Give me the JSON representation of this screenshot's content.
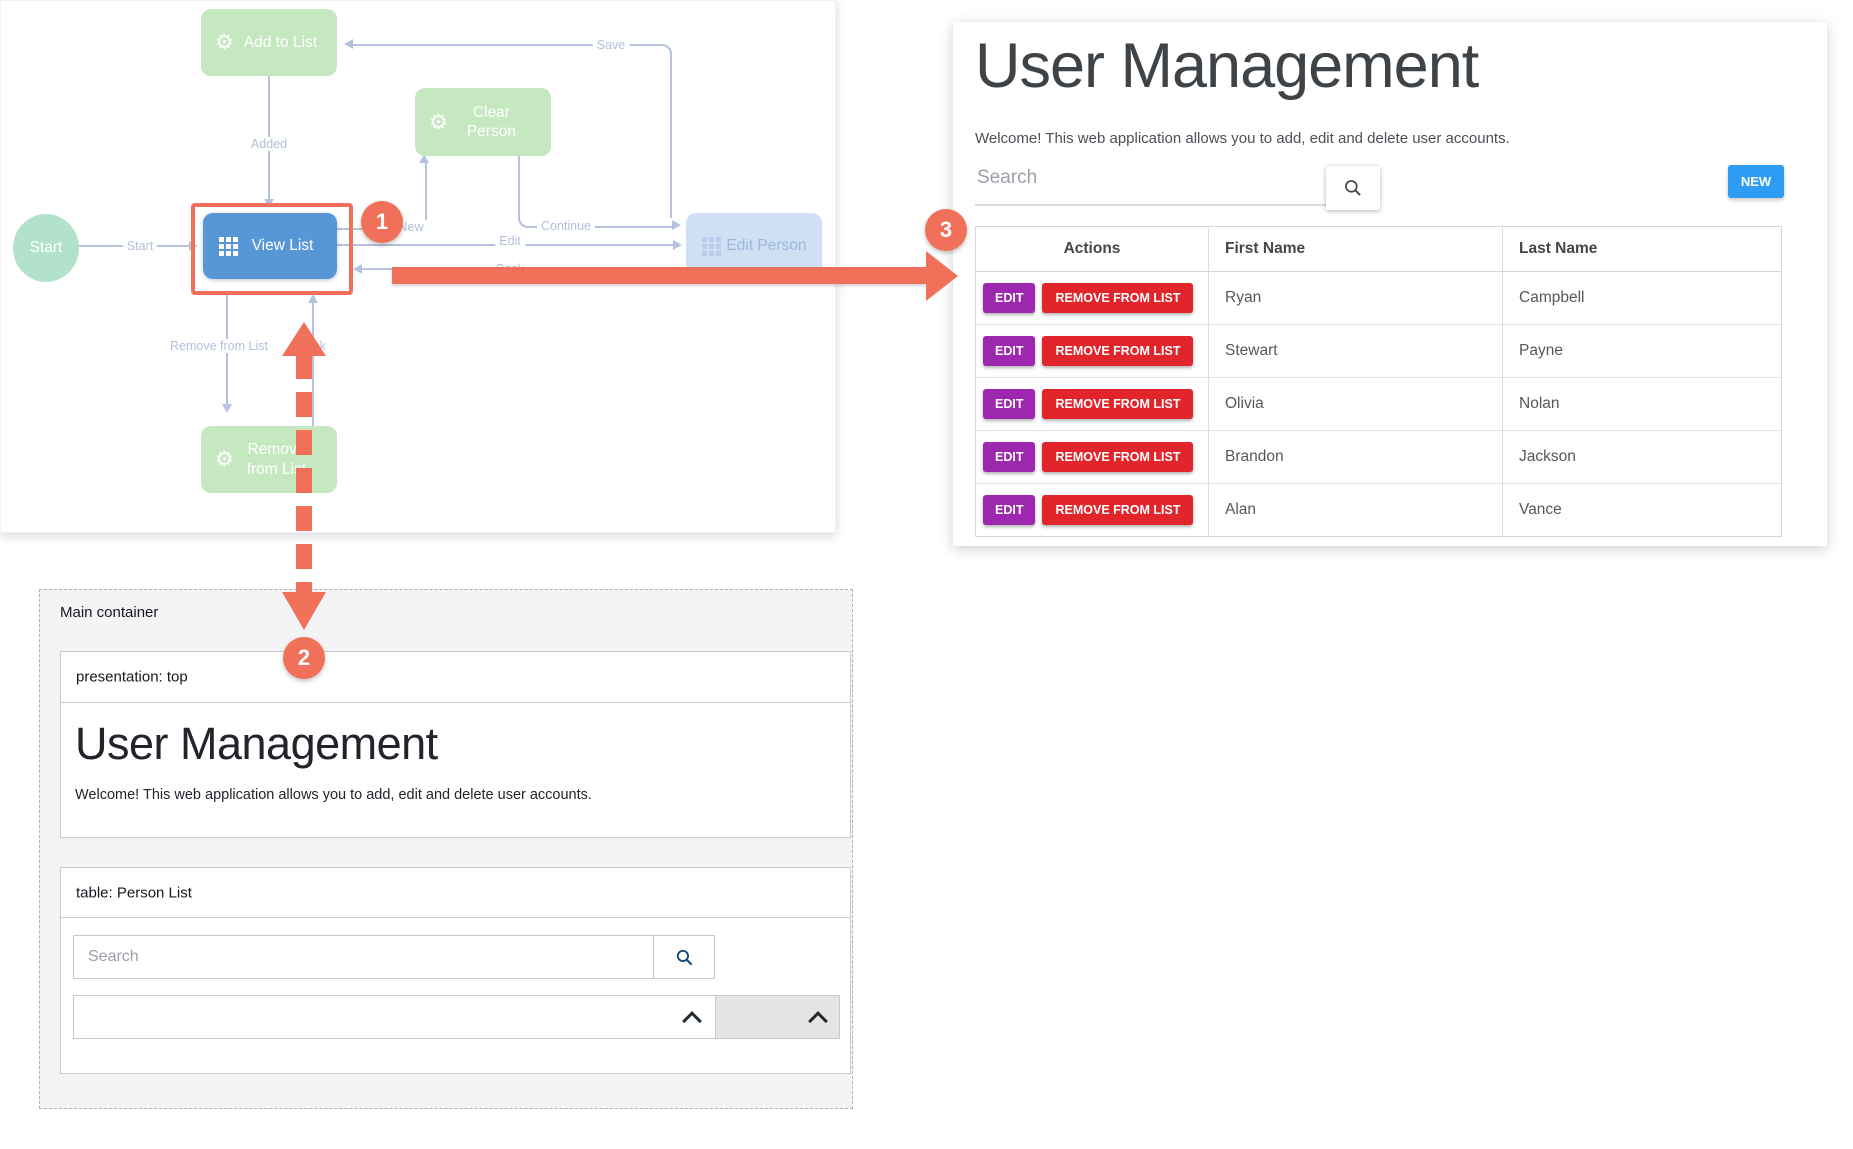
{
  "diagram": {
    "nodes": {
      "start": {
        "label": "Start"
      },
      "add_to_list": {
        "label": "Add to List"
      },
      "clear_person": {
        "label": "Clear Person"
      },
      "view_list": {
        "label": "View List"
      },
      "edit_person": {
        "label": "Edit Person"
      },
      "remove_from_list": {
        "label": "Remove from List"
      }
    },
    "edge_labels": {
      "save": "Save",
      "added": "Added",
      "start": "Start",
      "new": "New",
      "continue": "Continue",
      "edit": "Edit",
      "back_upper": "Back",
      "remove_from_list": "Remove from List",
      "back_lower": "Back"
    },
    "colors": {
      "action_node_green": "#c5e8c0",
      "start_node_teal": "#b2e1cc",
      "selected_node_blue": "#5897d6",
      "faded_node_blue": "#cfe0f5",
      "edge": "#b7c3de",
      "annotation_accent": "#f1705a"
    }
  },
  "callouts": {
    "one": "1",
    "two": "2",
    "three": "3"
  },
  "preview": {
    "title": "User Management",
    "subtitle": "Welcome! This web application allows you to add, edit and delete user accounts.",
    "search_placeholder": "Search",
    "new_button": "NEW",
    "table": {
      "headers": [
        "Actions",
        "First Name",
        "Last Name"
      ],
      "edit_button": "EDIT",
      "remove_button": "REMOVE FROM LIST",
      "rows": [
        {
          "first_name": "Ryan",
          "last_name": "Campbell"
        },
        {
          "first_name": "Stewart",
          "last_name": "Payne"
        },
        {
          "first_name": "Olivia",
          "last_name": "Nolan"
        },
        {
          "first_name": "Brandon",
          "last_name": "Jackson"
        },
        {
          "first_name": "Alan",
          "last_name": "Vance"
        }
      ]
    },
    "colors": {
      "new_button": "#2f9cf4",
      "edit_button": "#9d27af",
      "remove_button": "#e2242b"
    }
  },
  "wireframe": {
    "container_label": "Main container",
    "presentation_label": "presentation: top",
    "title": "User Management",
    "subtitle": "Welcome! This web application allows you to add, edit and delete user accounts.",
    "table_label": "table: Person List",
    "search_placeholder": "Search"
  }
}
